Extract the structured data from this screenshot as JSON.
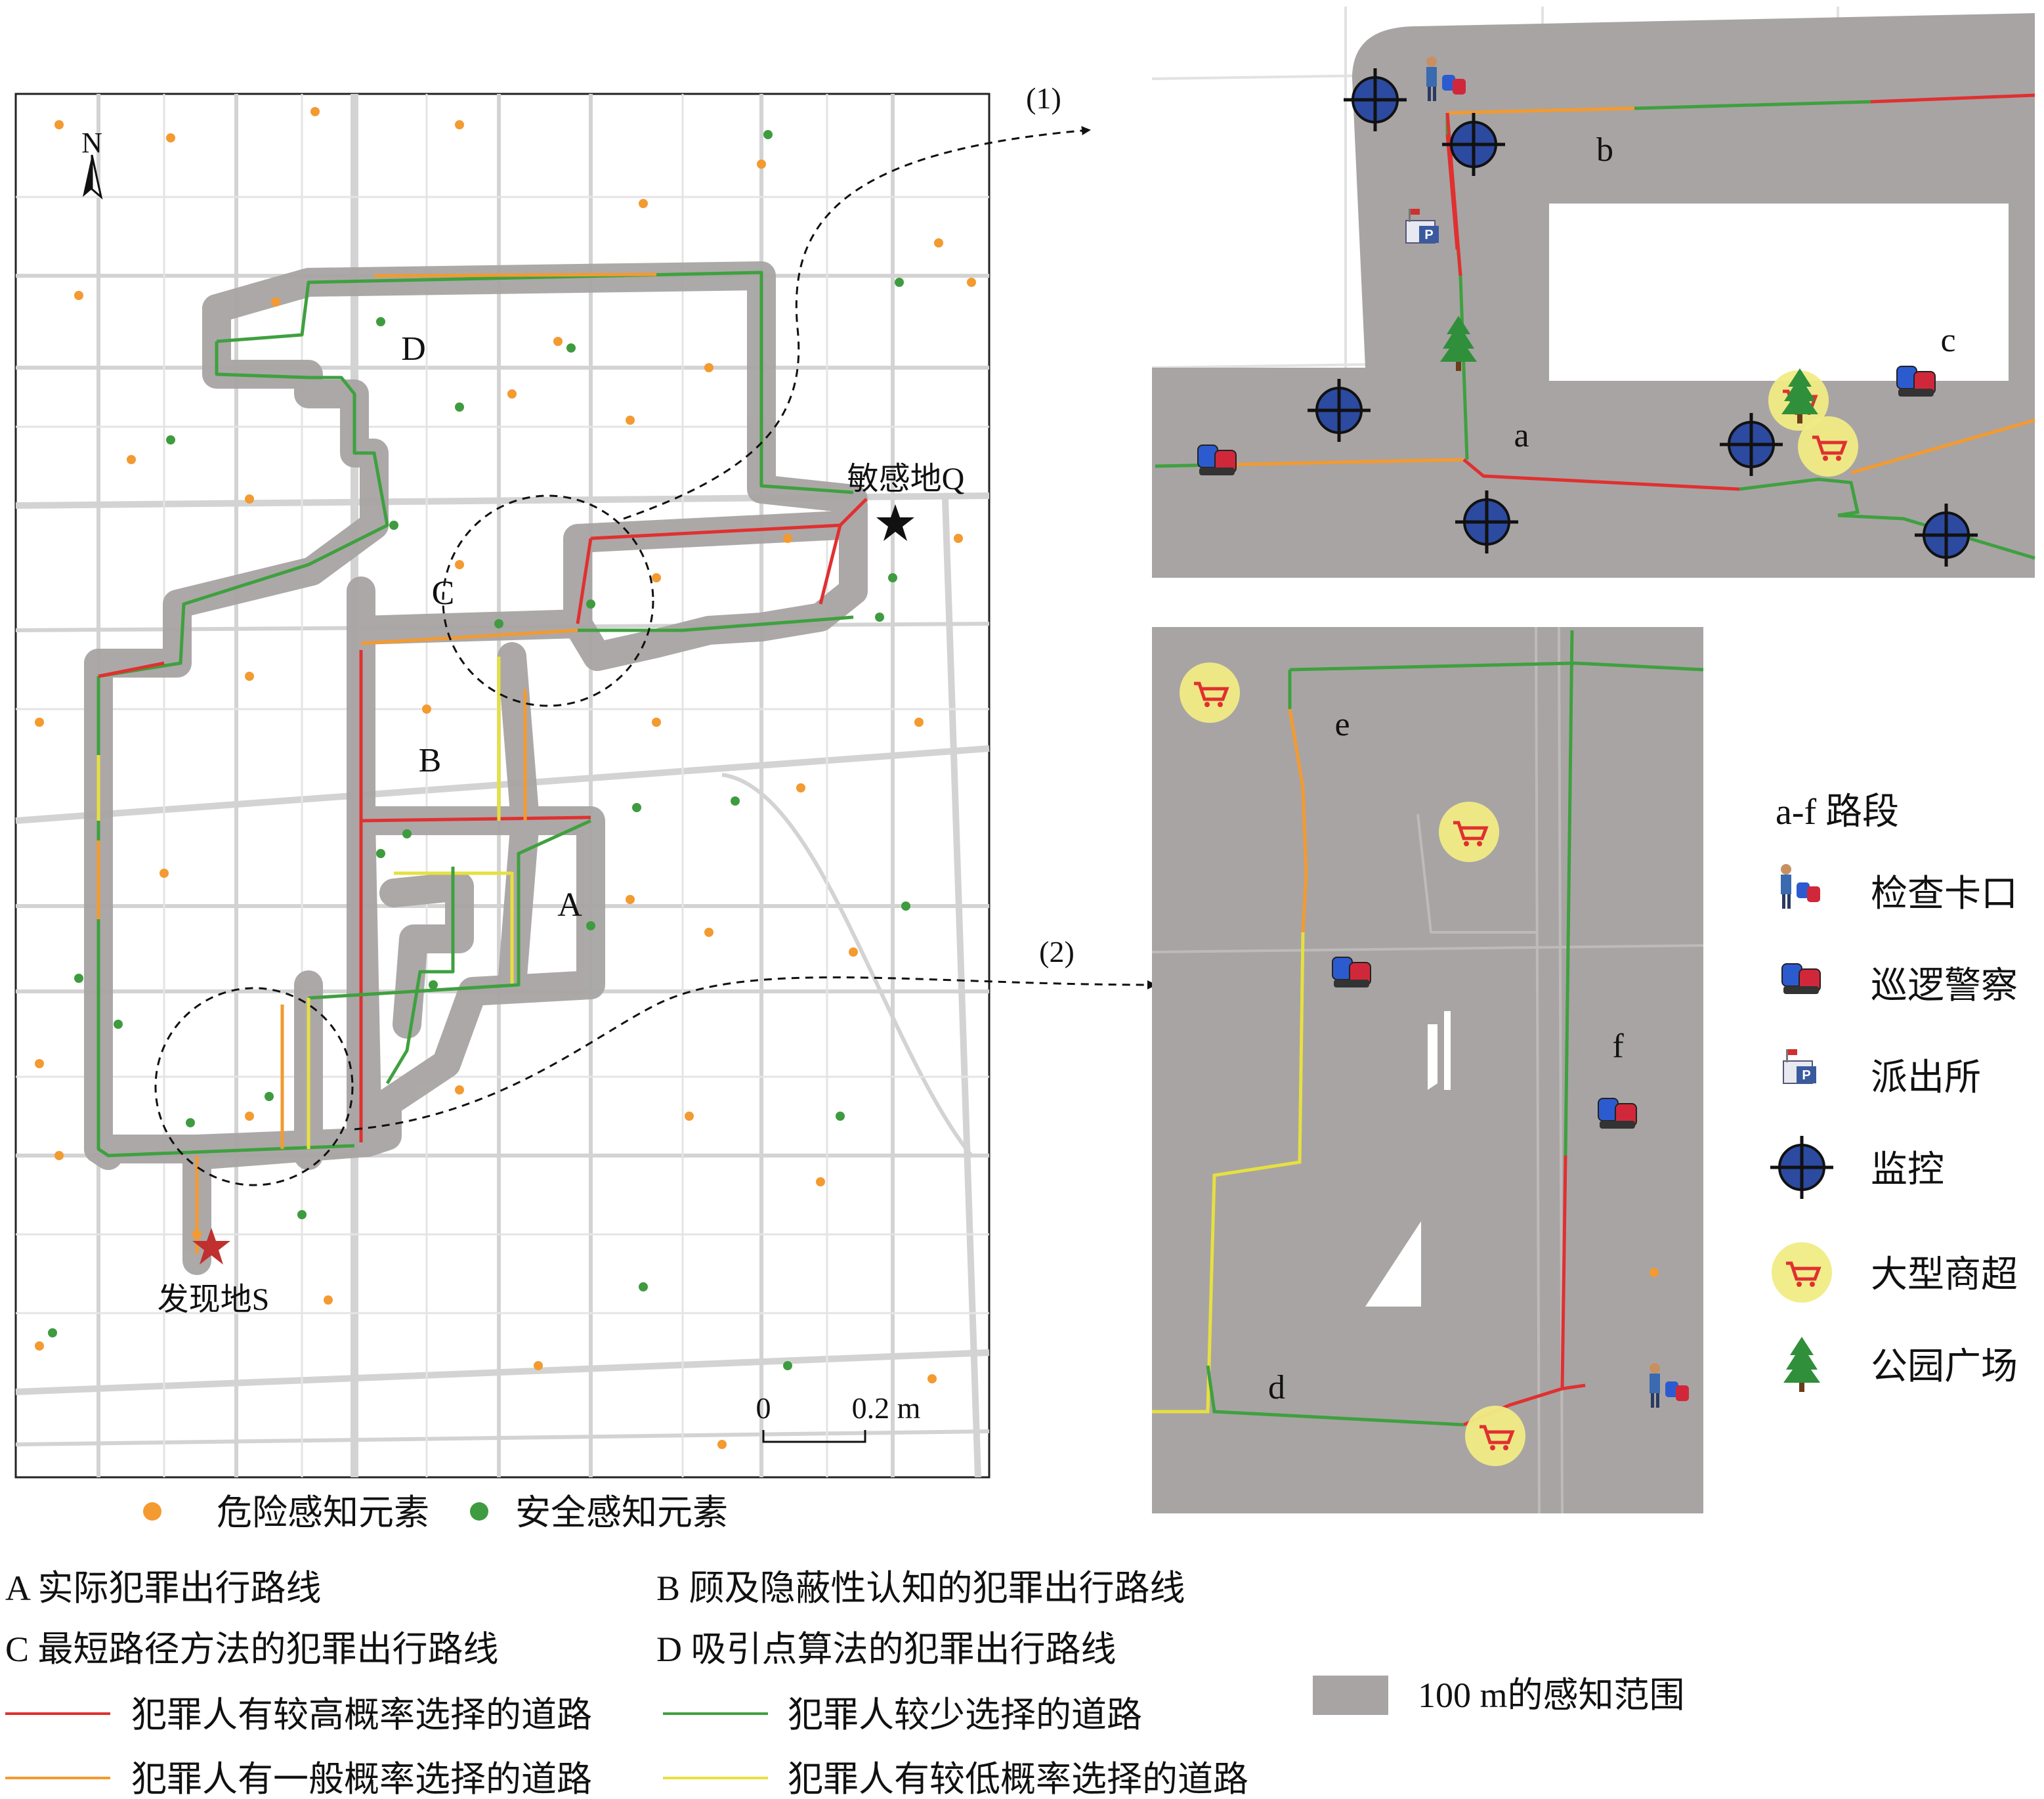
{
  "main_map": {
    "north_label": "N",
    "route_labels": [
      "A",
      "B",
      "C",
      "D"
    ],
    "place_q": "敏感地Q",
    "place_s": "发现地S",
    "scale": {
      "zero": "0",
      "distance": "0.2 m"
    },
    "callout_1": "(1)",
    "callout_2": "(2)"
  },
  "inset_1": {
    "segment_labels": [
      "a",
      "b",
      "c"
    ]
  },
  "inset_2": {
    "segment_labels": [
      "d",
      "e",
      "f"
    ]
  },
  "point_legend": {
    "danger": "危险感知元素",
    "safe": "安全感知元素",
    "colors": {
      "danger": "#f39a30",
      "safe": "#3f9b3f"
    }
  },
  "route_legend": {
    "A": "A 实际犯罪出行路线",
    "B": "B 顾及隐蔽性认知的犯罪出行路线",
    "C": "C 最短路径方法的犯罪出行路线",
    "D": "D 吸引点算法的犯罪出行路线"
  },
  "road_legend": [
    {
      "label": "犯罪人有较高概率选择的道路",
      "color": "#e03030"
    },
    {
      "label": "犯罪人有一般概率选择的道路",
      "color": "#f39a30"
    },
    {
      "label": "犯罪人较少选择的道路",
      "color": "#3fa03f"
    },
    {
      "label": "犯罪人有较低概率选择的道路",
      "color": "#e6e040"
    }
  ],
  "range_legend": {
    "label": "100  m的感知范围",
    "color": "#a8a4a4"
  },
  "symbol_legend": [
    {
      "label": "a-f  路段",
      "icon": "segment-label"
    },
    {
      "label": "检查卡口",
      "icon": "checkpoint-icon"
    },
    {
      "label": "巡逻警察",
      "icon": "patrol-police-icon"
    },
    {
      "label": "派出所",
      "icon": "police-station-icon"
    },
    {
      "label": "监控",
      "icon": "surveillance-icon"
    },
    {
      "label": "大型商超",
      "icon": "supermarket-icon"
    },
    {
      "label": "公园广场",
      "icon": "park-icon"
    }
  ]
}
